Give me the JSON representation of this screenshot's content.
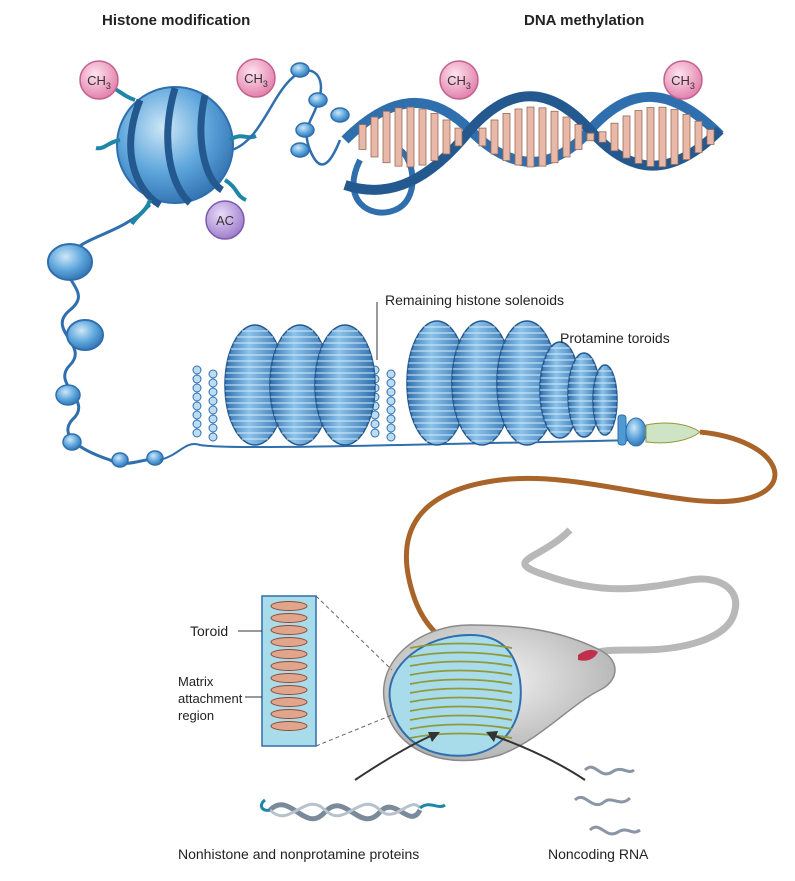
{
  "colors": {
    "histone_blue": "#4f9ad3",
    "dna_blue": "#2f6fae",
    "base_pink": "#e8b9a8",
    "methyl_pink": "#e48ab1",
    "acetyl_purple": "#a88ad0",
    "tail_brown": "#a9642a",
    "sperm_gray": "#c8c8c8",
    "nucleus_cyan": "#a9dcea",
    "loop_green": "#8f9a3a"
  },
  "headings": {
    "histone_modification": "Histone modification",
    "dna_methylation": "DNA methylation"
  },
  "badges": {
    "ch3_main": "CH",
    "ch3_sub": "3",
    "ac": "AC"
  },
  "labels": {
    "remaining_histone_solenoids": "Remaining histone solenoids",
    "protamine_toroids": "Protamine toroids",
    "toroid": "Toroid",
    "matrix_attachment_region": "Matrix attachment region",
    "nonhistone_proteins": "Nonhistone and nonprotamine proteins",
    "noncoding_rna": "Noncoding RNA"
  }
}
